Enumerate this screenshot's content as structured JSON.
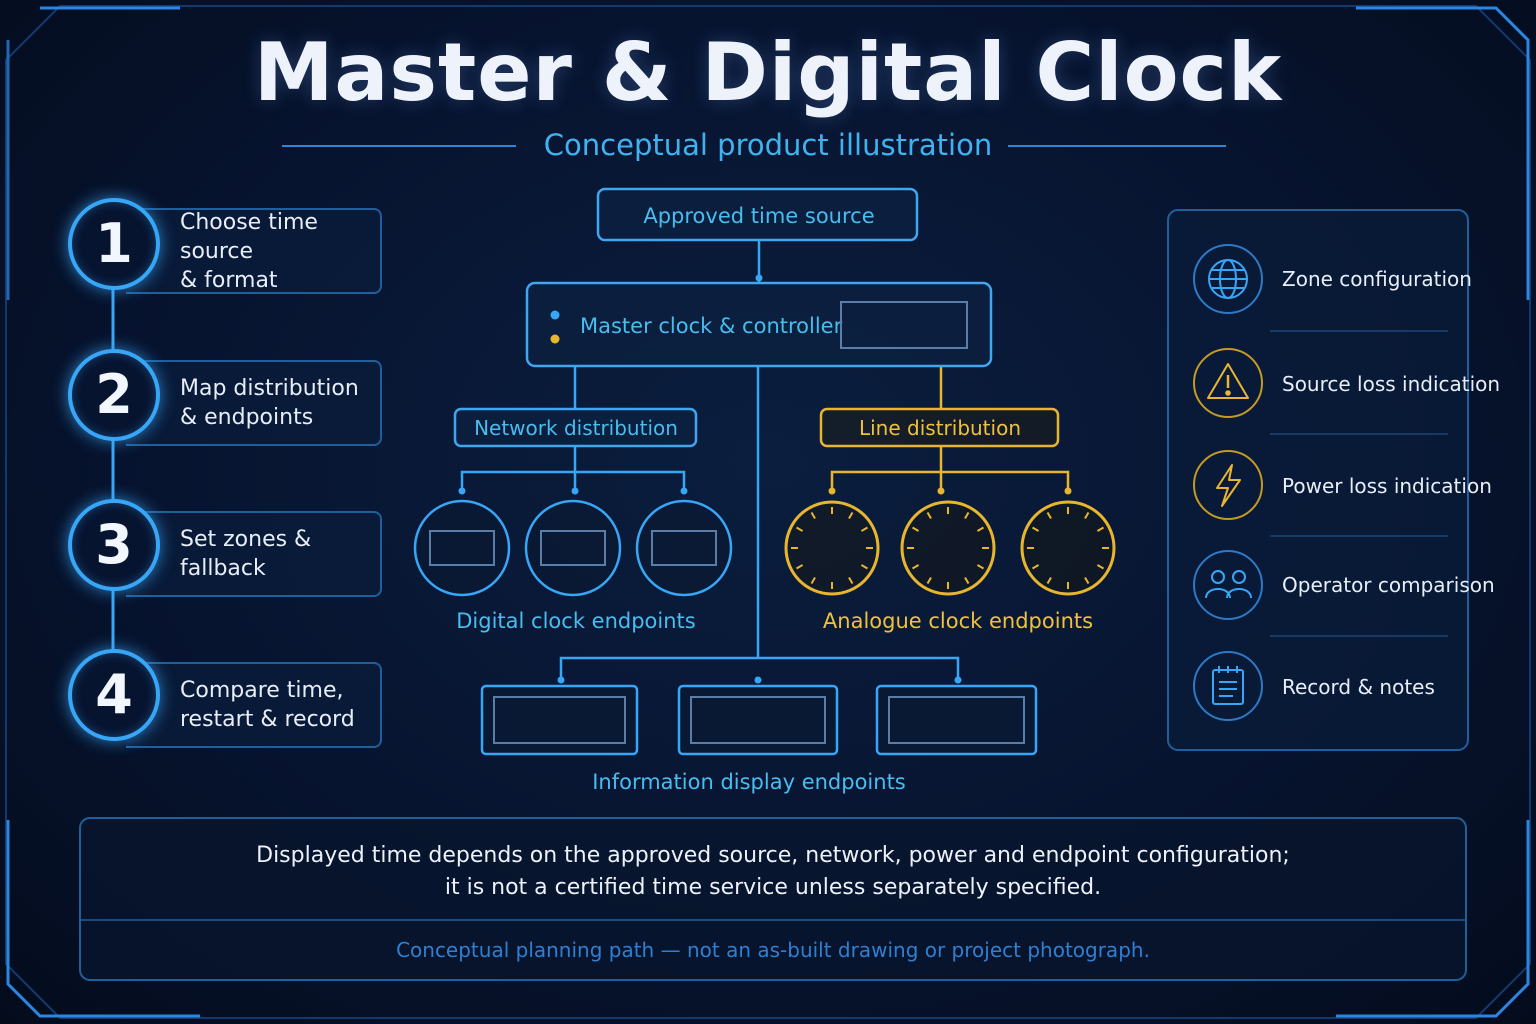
{
  "title": "Master & Digital Clock",
  "subtitle": "Conceptual product illustration",
  "steps": [
    {
      "number": "1",
      "label": "Choose time source\n& format"
    },
    {
      "number": "2",
      "label": "Map distribution\n& endpoints"
    },
    {
      "number": "3",
      "label": "Set zones &\nfallback"
    },
    {
      "number": "4",
      "label": "Compare time,\nrestart & record"
    }
  ],
  "diagram": {
    "source": "Approved time source",
    "master": "Master clock & controller",
    "network": "Network distribution",
    "line": "Line distribution",
    "digital_endpoints": "Digital clock endpoints",
    "analogue_endpoints": "Analogue clock endpoints",
    "info_endpoints": "Information display endpoints"
  },
  "panel": {
    "items": [
      {
        "label": "Zone configuration",
        "icon": "globe-icon"
      },
      {
        "label": "Source loss indication",
        "icon": "warning-icon"
      },
      {
        "label": "Power loss indication",
        "icon": "lightning-icon"
      },
      {
        "label": "Operator comparison",
        "icon": "users-icon"
      },
      {
        "label": "Record & notes",
        "icon": "notepad-icon"
      }
    ]
  },
  "notice": {
    "line1": "Displayed time depends on the approved source, network, power and endpoint configuration;",
    "line2": "it is not a certified time service unless separately specified.",
    "footer": "Conceptual planning path — not an as-built drawing or project photograph."
  },
  "colors": {
    "blue": "#38a6f7",
    "cyan": "#3fb2ef",
    "gold": "#e8b62e",
    "background": "#061226"
  }
}
